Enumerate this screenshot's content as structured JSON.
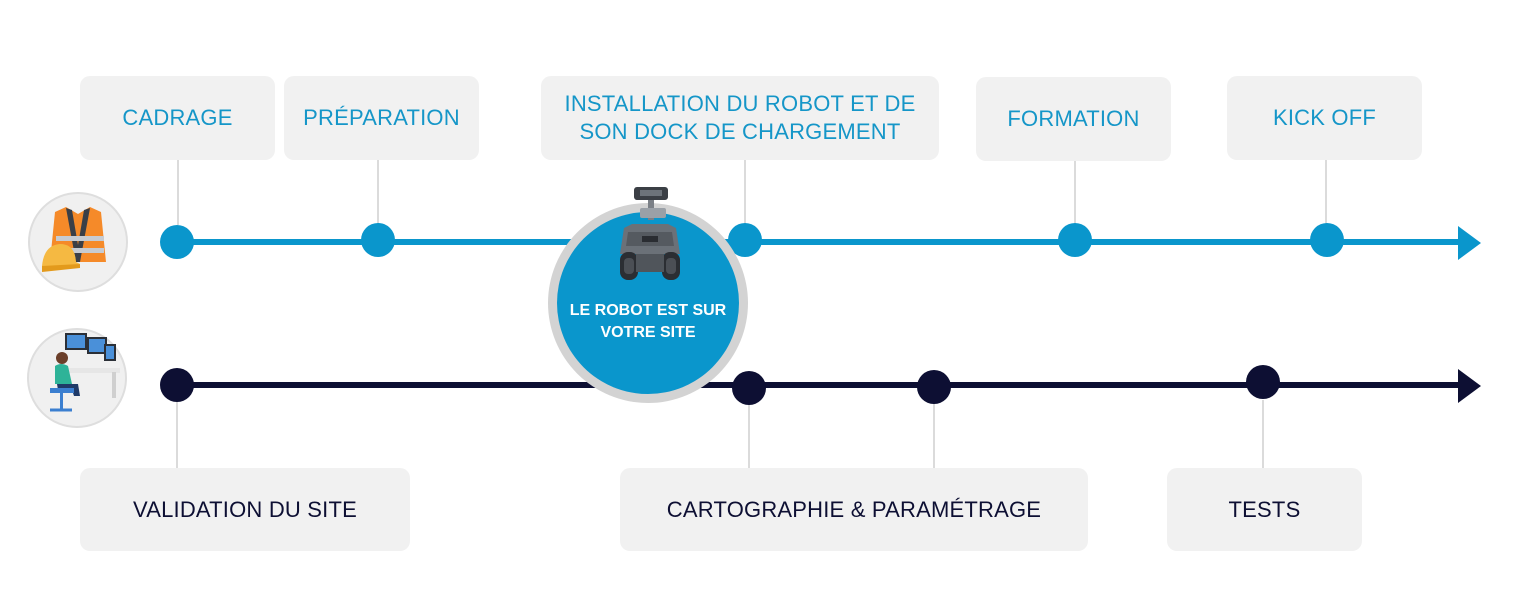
{
  "top_track": {
    "color": "#0a96cc",
    "role_icon": "safety-vest-helmet-icon",
    "milestones": [
      "CADRAGE",
      "PRÉPARATION",
      "INSTALLATION DU ROBOT ET DE\nSON DOCK DE CHARGEMENT",
      "FORMATION",
      "KICK OFF"
    ]
  },
  "bottom_track": {
    "color": "#0d0f33",
    "role_icon": "operator-workstation-icon",
    "milestones": [
      "VALIDATION DU SITE",
      "CARTOGRAPHIE & PARAMÉTRAGE",
      "TESTS"
    ]
  },
  "center_badge": {
    "text": "LE ROBOT EST SUR\nVOTRE SITE",
    "icon": "robot-icon",
    "fill": "#0a96cc",
    "ring": "#d3d3d3"
  },
  "box_color": "#f1f1f1"
}
